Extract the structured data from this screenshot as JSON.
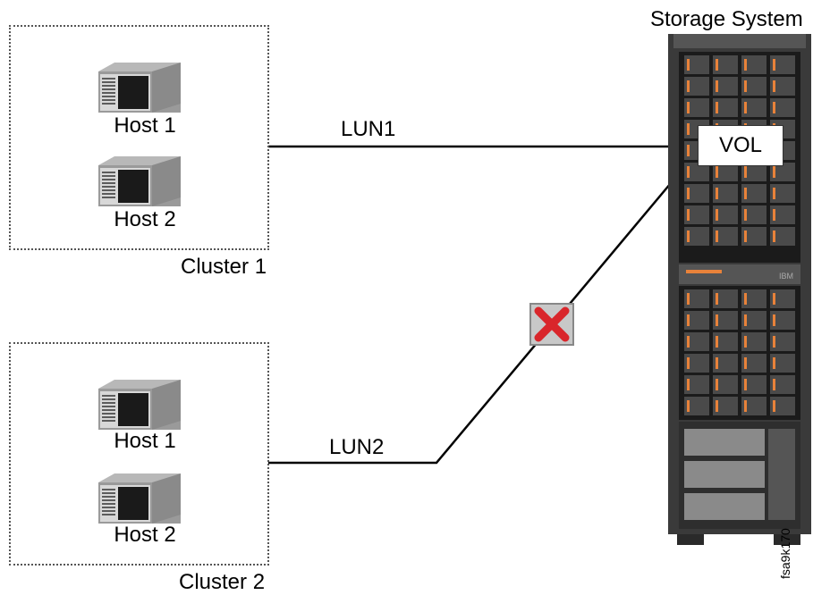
{
  "storage": {
    "title": "Storage System",
    "volume_label": "VOL",
    "brand": "IBM"
  },
  "clusters": [
    {
      "label": "Cluster 1",
      "hosts": [
        "Host 1",
        "Host 2"
      ],
      "lun": "LUN1"
    },
    {
      "label": "Cluster 2",
      "hosts": [
        "Host 1",
        "Host 2"
      ],
      "lun": "LUN2"
    }
  ],
  "figure_id": "fsa9k170",
  "colors": {
    "failure": "#d9262b",
    "failure_bg": "#c8c8c8",
    "rack": "#2a2a2a",
    "drive_orange": "#e8823a"
  },
  "icons": {
    "host": "server-icon",
    "failure": "x-mark-icon"
  }
}
